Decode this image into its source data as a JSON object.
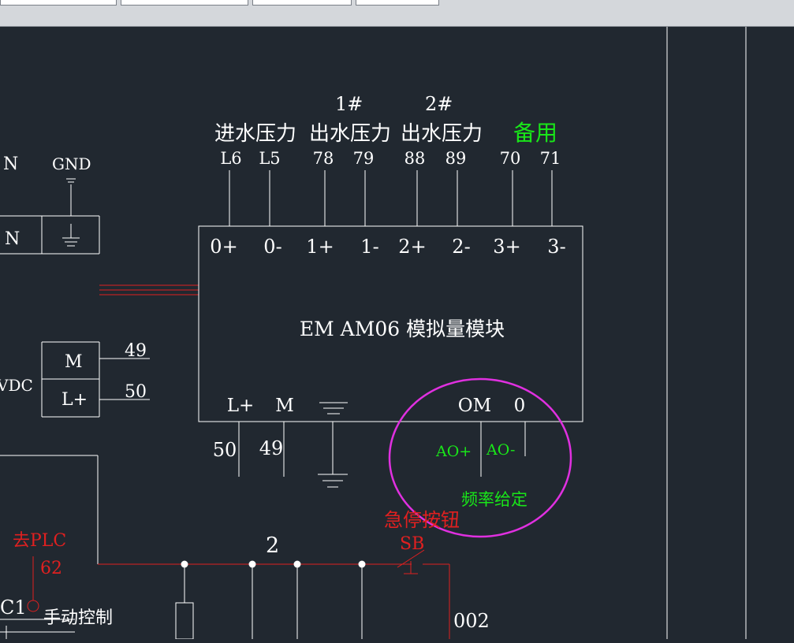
{
  "toolbar": {
    "fields": [
      "",
      "",
      "",
      ""
    ]
  },
  "colors": {
    "background": "#212830",
    "line": "#ffffff",
    "green": "#19e619",
    "red": "#e02020",
    "magenta": "#e030e0"
  },
  "diagram": {
    "power": {
      "n_top": "N",
      "gnd_top": "GND",
      "n_box": "N",
      "vdc": "VDC",
      "m": "M",
      "lplus": "L+",
      "wire49": "49",
      "wire50": "50"
    },
    "channels": {
      "in_pressure": "进水压力",
      "out1_num": "1#",
      "out1_pressure": "出水压力",
      "out2_num": "2#",
      "out2_pressure": "出水压力",
      "spare": "备用"
    },
    "wire_numbers": [
      "L6",
      "L5",
      "78",
      "79",
      "88",
      "89",
      "70",
      "71"
    ],
    "module": {
      "terminals_top": [
        "0+",
        "0-",
        "1+",
        "1-",
        "2+",
        "2-",
        "3+",
        "3-"
      ],
      "name": "EM AM06 模拟量模块",
      "bottom_lplus": "L+",
      "bottom_m": "M",
      "om": "OM",
      "zero": "0"
    },
    "bottom_wires": {
      "w50": "50",
      "w49": "49"
    },
    "analog_out": {
      "ao_plus": "AO+",
      "ao_minus": "AO-",
      "label": "频率给定"
    },
    "control": {
      "to_plc": "去PLC",
      "plc_wire": "62",
      "c1": "C1",
      "manual": "手动控制",
      "node2": "2",
      "estop": "急停按钮",
      "sb": "SB",
      "wire002": "002"
    }
  }
}
